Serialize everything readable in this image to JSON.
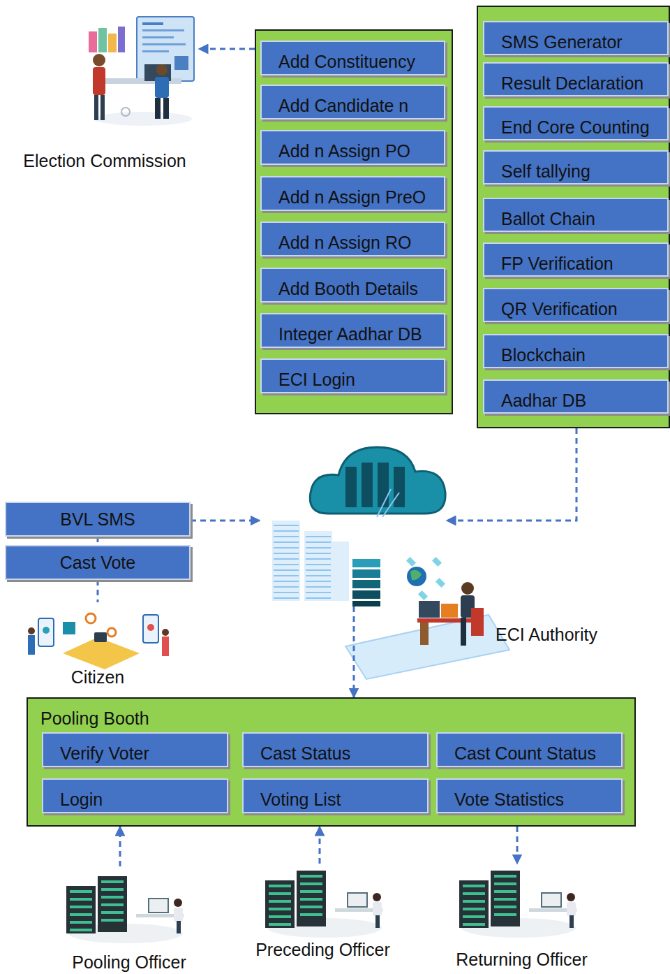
{
  "diagram": {
    "nodes": [
      {
        "text": [
          "Election Commission"
        ]
      },
      {
        "text": []
      },
      {
        "text": [
          "Add Constituency"
        ],
        "in": 1
      },
      {
        "text": [
          "Add Candidate n"
        ],
        "in": 1
      },
      {
        "text": [
          "Add n Assign PO"
        ],
        "in": 1
      },
      {
        "text": [
          "Add n Assign PreO"
        ],
        "in": 1
      },
      {
        "text": [
          "Add n Assign RO"
        ],
        "in": 1
      },
      {
        "text": [
          "Add Booth Details"
        ],
        "in": 1
      },
      {
        "text": [
          "Integer Aadhar DB"
        ],
        "in": 1
      },
      {
        "text": [
          "ECI Login"
        ],
        "in": 1
      },
      {
        "text": []
      },
      {
        "text": [
          "SMS Generator"
        ],
        "in": 10
      },
      {
        "text": [
          "Result Declaration"
        ],
        "in": 10
      },
      {
        "text": [
          "End Core Counting"
        ],
        "in": 10
      },
      {
        "text": [
          "Self tallying"
        ],
        "in": 10
      },
      {
        "text": [
          "Ballot Chain"
        ],
        "in": 10
      },
      {
        "text": [
          "FP Verification"
        ],
        "in": 10
      },
      {
        "text": [
          "QR Verification"
        ],
        "in": 10
      },
      {
        "text": [
          "Blockchain"
        ],
        "in": 10
      },
      {
        "text": [
          "Aadhar DB"
        ],
        "in": 10
      },
      {
        "text": [
          "ECI Authority"
        ]
      },
      {
        "text": [
          "BVL SMS"
        ]
      },
      {
        "text": [
          "Cast Vote"
        ]
      },
      {
        "text": [
          "Citizen"
        ]
      },
      {
        "text": [
          "Pooling Booth"
        ]
      },
      {
        "text": [
          "Verify Voter"
        ],
        "in": 24
      },
      {
        "text": [
          "Cast Status"
        ],
        "in": 24
      },
      {
        "text": [
          "Cast Count Status"
        ],
        "in": 24
      },
      {
        "text": [
          "Login"
        ],
        "in": 24
      },
      {
        "text": [
          "Voting List"
        ],
        "in": 24
      },
      {
        "text": [
          "Vote Statistics"
        ],
        "in": 24
      },
      {
        "text": [
          "Pooling Officer"
        ]
      },
      {
        "text": [
          "Preceding Officer"
        ]
      },
      {
        "text": [
          "Returning Officer"
        ]
      }
    ],
    "edges": [
      {
        "from": 1,
        "to": 0,
        "arrow": "to"
      },
      {
        "from": 10,
        "to": 20,
        "arrow": "to"
      },
      {
        "from": 21,
        "to": 20,
        "arrow": "to"
      },
      {
        "from": 20,
        "to": 24,
        "arrow": "to"
      },
      {
        "from": 21,
        "to": 22,
        "arrow": "none"
      },
      {
        "from": 22,
        "to": 23,
        "arrow": "none"
      },
      {
        "from": 31,
        "to": 24,
        "arrow": "to"
      },
      {
        "from": 32,
        "to": 24,
        "arrow": "to"
      },
      {
        "from": 24,
        "to": 33,
        "arrow": "to"
      }
    ]
  }
}
